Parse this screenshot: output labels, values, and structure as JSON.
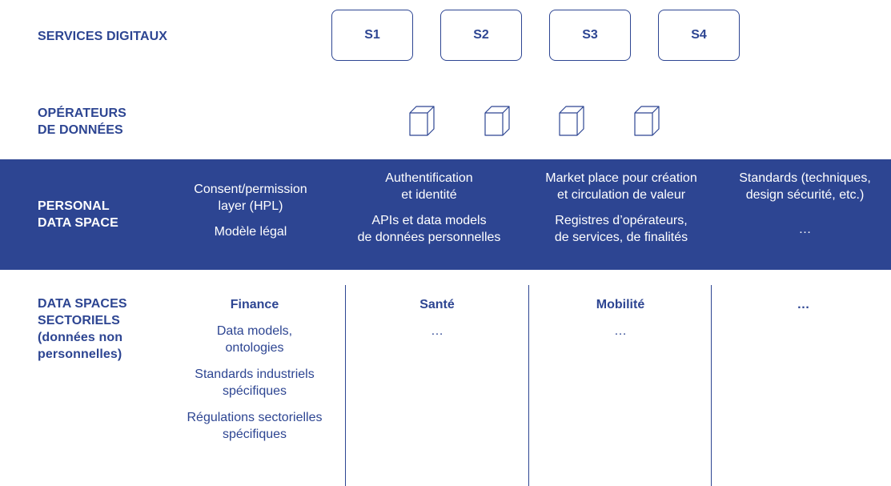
{
  "services": {
    "label": "SERVICES DIGITAUX",
    "boxes": [
      "S1",
      "S2",
      "S3",
      "S4"
    ]
  },
  "operators": {
    "label_line1": "OPÉRATEURS",
    "label_line2": "DE DONNÉES",
    "cube_count": 4
  },
  "personal_data_space": {
    "label_line1": "PERSONAL",
    "label_line2": "DATA SPACE",
    "background_color": "#2d4592",
    "columns": [
      {
        "items": [
          [
            "Consent/permission",
            "layer (HPL)"
          ],
          [
            "Modèle légal"
          ]
        ]
      },
      {
        "items": [
          [
            "Authentification",
            "et identité"
          ],
          [
            "APIs et data models",
            "de données personnelles"
          ]
        ]
      },
      {
        "items": [
          [
            "Market place pour création",
            "et circulation de valeur"
          ],
          [
            "Registres d’opérateurs,",
            "de services, de finalités"
          ]
        ]
      },
      {
        "items": [
          [
            "Standards (techniques,",
            "design sécurité, etc.)"
          ],
          [
            "…"
          ]
        ]
      }
    ]
  },
  "sectoral": {
    "label_lines": [
      "DATA SPACES",
      "SECTORIELS",
      "(données non",
      "personnelles)"
    ],
    "columns": [
      {
        "header": "Finance",
        "items": [
          [
            "Data models,",
            "ontologies"
          ],
          [
            "Standards industriels",
            "spécifiques"
          ],
          [
            "Régulations sectorielles",
            "spécifiques"
          ]
        ]
      },
      {
        "header": "Santé",
        "items": [
          [
            "…"
          ]
        ]
      },
      {
        "header": "Mobilité",
        "items": [
          [
            "…"
          ]
        ]
      },
      {
        "header": "…",
        "items": []
      }
    ]
  },
  "colors": {
    "primary": "#2d4592",
    "on_primary": "#ffffff",
    "background": "#ffffff"
  }
}
